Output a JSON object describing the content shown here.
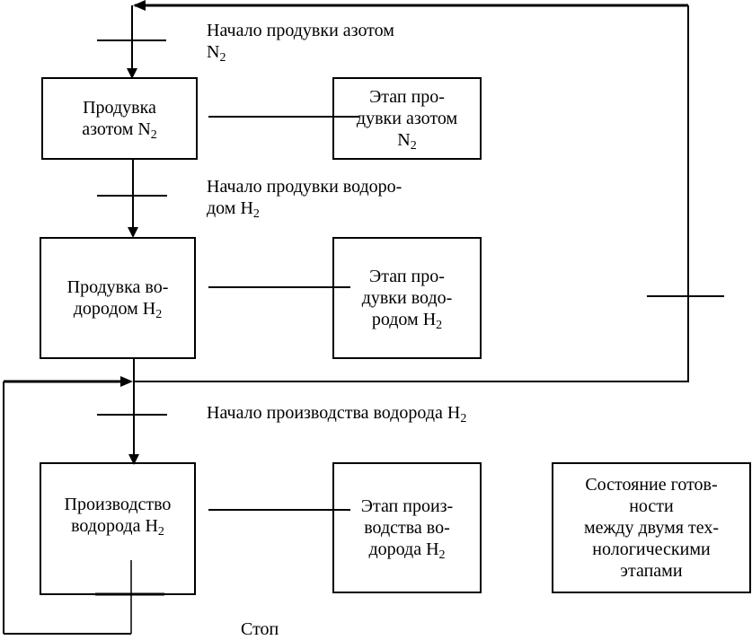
{
  "diagram": {
    "type": "sfc-grafcet",
    "steps": [
      {
        "id": "step-1",
        "lines": [
          "Продувка",
          "азотом N"
        ],
        "sub": "2"
      },
      {
        "id": "step-2",
        "lines": [
          "Продувка во-",
          "дородом H"
        ],
        "sub": "2"
      },
      {
        "id": "step-3",
        "lines": [
          "Производство",
          "водорода H"
        ],
        "sub": "2"
      }
    ],
    "stage_labels": [
      {
        "id": "stage-1",
        "lines": [
          "Этап про-",
          "дувки азотом",
          "N"
        ],
        "sub": "2"
      },
      {
        "id": "stage-2",
        "lines": [
          "Этап про-",
          "дувки водо-",
          "родом H"
        ],
        "sub": "2"
      },
      {
        "id": "stage-3",
        "lines": [
          "Этап произ-",
          "водства во-",
          "дорода H"
        ],
        "sub": "2"
      }
    ],
    "transitions": [
      {
        "id": "t1",
        "lines": [
          "Начало продувки азотом",
          "N"
        ],
        "sub": "2"
      },
      {
        "id": "t2",
        "lines": [
          "Начало продувки водоро-",
          "дом H"
        ],
        "sub": "2"
      },
      {
        "id": "t3",
        "lines": [
          "Начало производства водорода H"
        ],
        "sub": "2"
      }
    ],
    "stop_label": "Стоп",
    "legend": {
      "lines": [
        "Состояние готов-",
        "ности",
        "между двумя тех-",
        "нологическими",
        "этапами"
      ]
    }
  }
}
